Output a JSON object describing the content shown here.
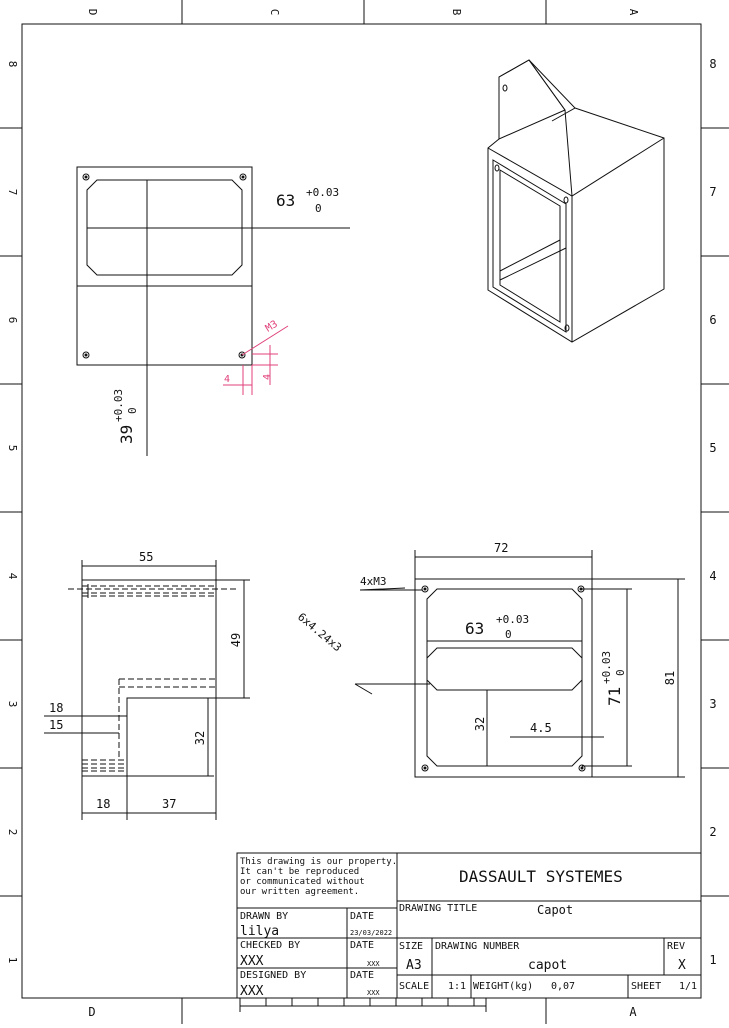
{
  "border": {
    "columns_top": [
      "D",
      "C",
      "B",
      "A"
    ],
    "columns_bottom": [
      "D",
      "A"
    ],
    "rows_left": [
      "8",
      "7",
      "6",
      "5",
      "4",
      "3",
      "2",
      "1"
    ],
    "rows_right": [
      "8",
      "7",
      "6",
      "5",
      "4",
      "3",
      "2",
      "1"
    ]
  },
  "dims": {
    "front_width": "63",
    "front_width_tol_upper": "+0.03",
    "front_width_tol_lower": "0",
    "front_height": "39",
    "front_height_tol_upper": "+0.03",
    "front_height_tol_lower": "0",
    "hole_thread": "M3",
    "hole_offset_x": "4",
    "hole_offset_y": "4",
    "side_width": "55",
    "side_height": "49",
    "side_step_outer": "18",
    "side_step_inner": "15",
    "side_lower_height": "32",
    "side_bottom_left": "18",
    "side_bottom_right": "37",
    "back_width": "72",
    "back_holes_note": "4xM3",
    "back_slots_note": "6x4.24x3",
    "back_inner_width": "63",
    "back_inner_width_tol_upper": "+0.03",
    "back_inner_width_tol_lower": "0",
    "back_lower": "32",
    "back_edge": "4.5",
    "back_inner_height": "71",
    "back_inner_height_tol_upper": "+0.03",
    "back_inner_height_tol_lower": "0",
    "back_height": "81"
  },
  "title_block": {
    "property_notice": [
      "This drawing is our property.",
      "It can't be reproduced",
      "or communicated without",
      "our written agreement."
    ],
    "company": "DASSAULT SYSTEMES",
    "drawn_by_label": "DRAWN BY",
    "drawn_by_value": "lilya",
    "date_label": "DATE",
    "drawn_date": "23/03/2022",
    "checked_by_label": "CHECKED BY",
    "checked_by_value": "XXX",
    "checked_date": "XXX",
    "designed_by_label": "DESIGNED BY",
    "designed_by_value": "XXX",
    "designed_date": "XXX",
    "drawing_title_label": "DRAWING TITLE",
    "drawing_title_value": "Capot",
    "size_label": "SIZE",
    "size_value": "A3",
    "drawing_number_label": "DRAWING NUMBER",
    "drawing_number_value": "capot",
    "rev_label": "REV",
    "rev_value": "X",
    "scale_label": "SCALE",
    "scale_value": "1:1",
    "weight_label": "WEIGHT(kg)",
    "weight_value": "0,07",
    "sheet_label": "SHEET",
    "sheet_value": "1/1"
  },
  "colors": {
    "line": "#111111",
    "annotation": "#e0407a"
  }
}
